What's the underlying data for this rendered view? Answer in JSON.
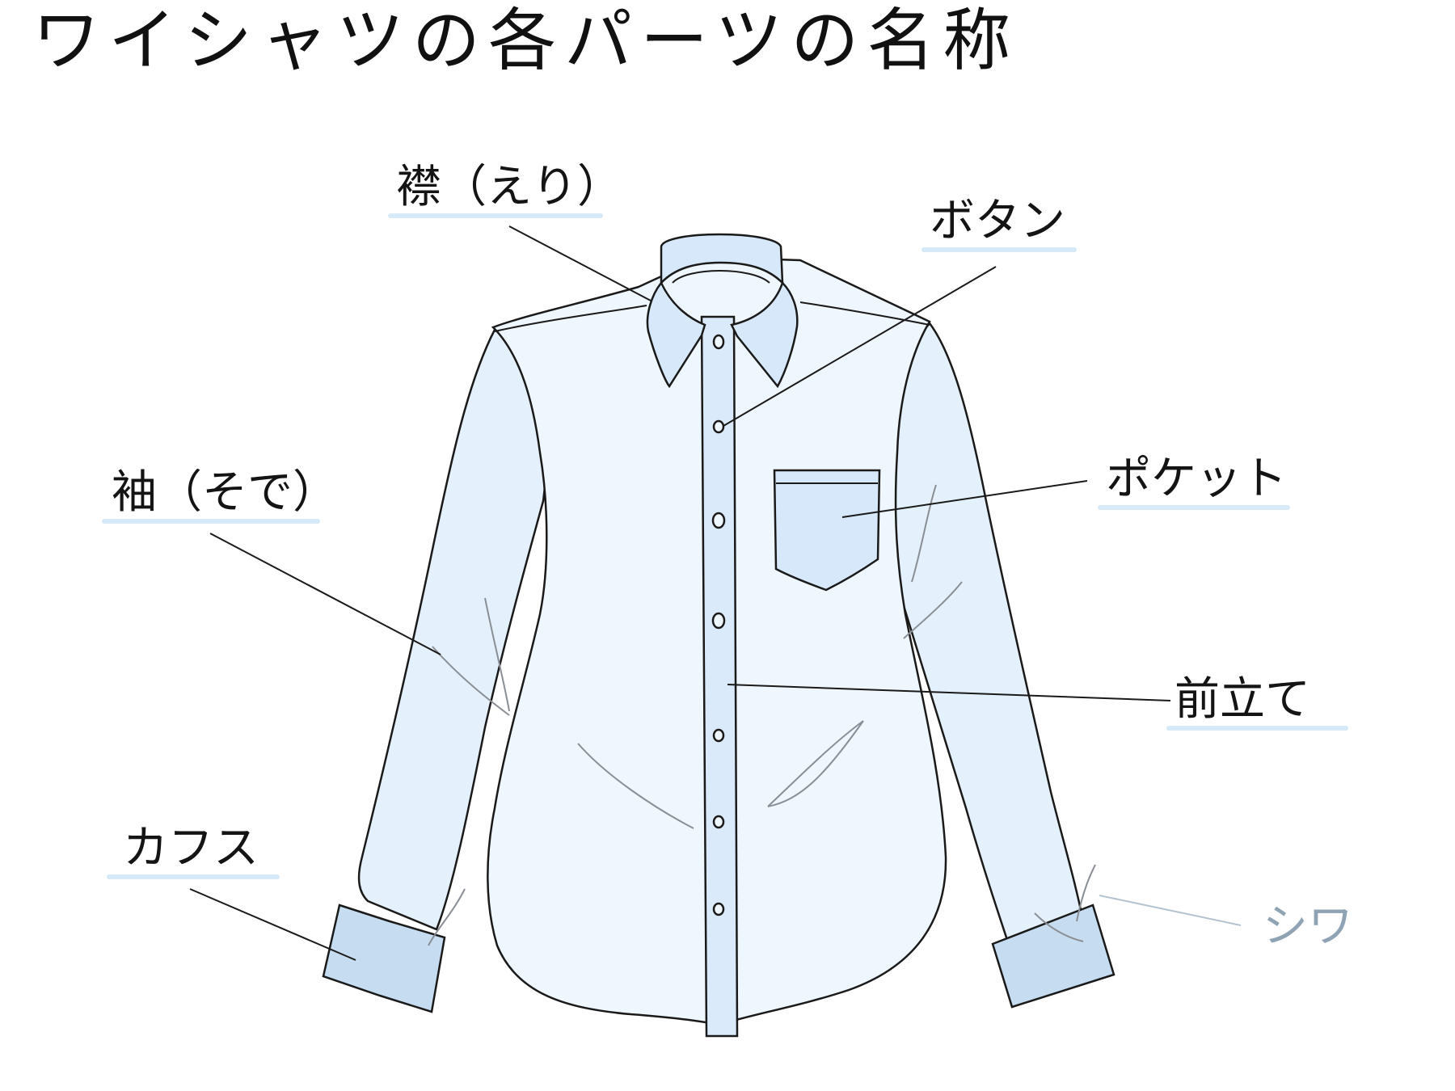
{
  "title": "ワイシャツの各パーツの名称",
  "labels": {
    "collar": "襟（えり）",
    "button": "ボタン",
    "sleeve": "袖（そで）",
    "pocket": "ポケット",
    "placket": "前立て",
    "cuffs": "カフス",
    "wrinkle": "シワ"
  },
  "colors": {
    "shirt_fill": "#eef6fe",
    "sleeve_fill": "#e4f0fc",
    "part_fill": "#d6e8fa",
    "cuff_fill": "#c6dcf0",
    "outline": "#1a1a1a",
    "label_underline": "#d8e9f7",
    "wrinkle_text": "#8fa3b5"
  }
}
